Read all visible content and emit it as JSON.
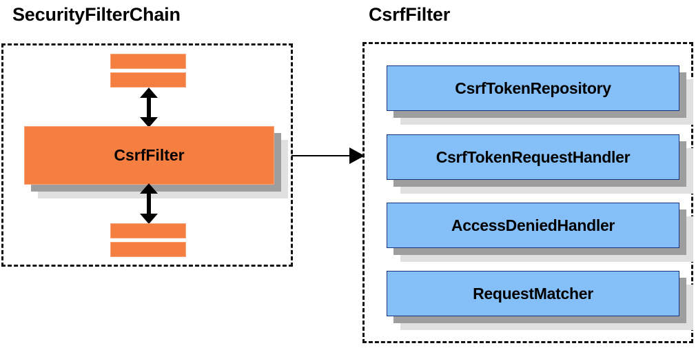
{
  "diagram": {
    "left_panel": {
      "title": "SecurityFilterChain",
      "top_bars": [
        {
          "name": "filter-bar-above-1"
        },
        {
          "name": "filter-bar-above-2"
        }
      ],
      "main_node": {
        "label": "CsrfFilter",
        "fill": "#F57F40",
        "shadow_near": "#9E9E9E",
        "shadow_far": "#E0E0E0"
      },
      "bottom_bars": [
        {
          "name": "filter-bar-below-1"
        },
        {
          "name": "filter-bar-below-2"
        }
      ],
      "connectors": [
        {
          "name": "double-arrow-up",
          "kind": "vertical-double-arrow"
        },
        {
          "name": "double-arrow-down",
          "kind": "vertical-double-arrow"
        }
      ]
    },
    "right_panel": {
      "title": "CsrfFilter",
      "nodes": [
        {
          "label": "CsrfTokenRepository"
        },
        {
          "label": "CsrfTokenRequestHandler"
        },
        {
          "label": "AccessDeniedHandler"
        },
        {
          "label": "RequestMatcher"
        }
      ],
      "fill": "#85BFF7",
      "border": "#14307E",
      "shadow_near": "#9E9E9E",
      "shadow_far": "#E0E0E0"
    },
    "link": {
      "name": "csrf-filter-to-details-arrow",
      "kind": "horizontal-arrow"
    },
    "container_style": {
      "border": "dashed",
      "color": "#111111"
    }
  }
}
